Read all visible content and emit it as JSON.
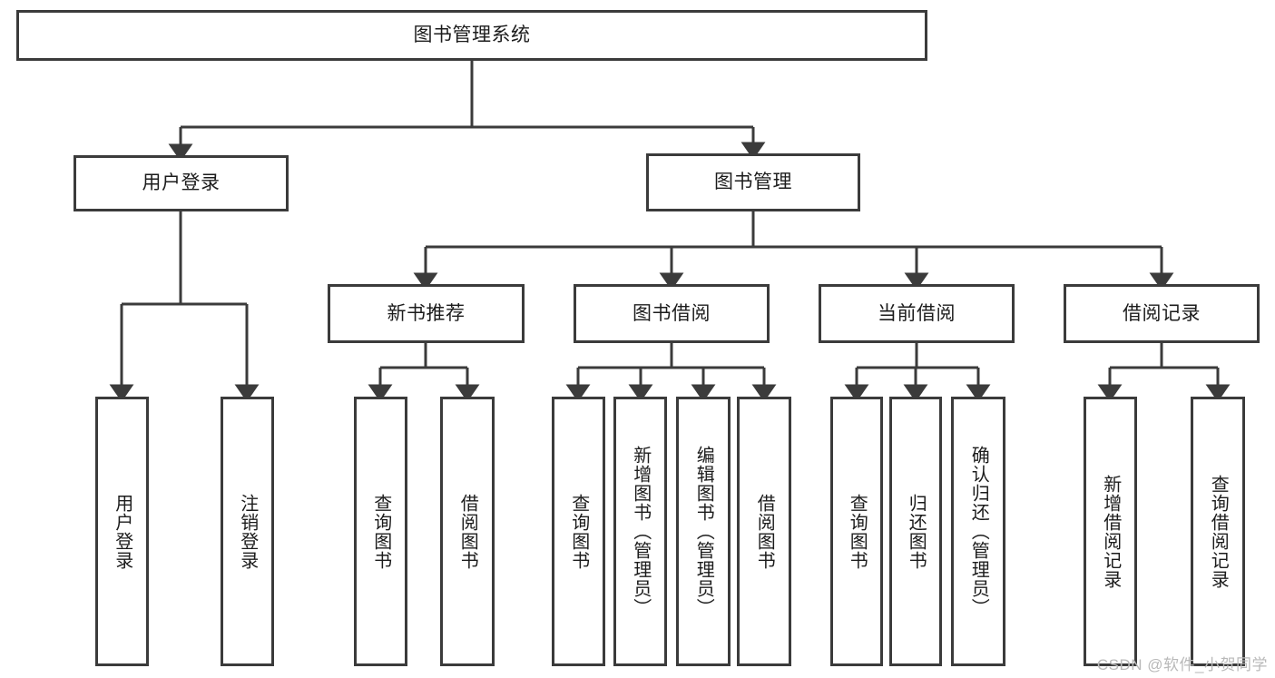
{
  "diagram": {
    "type": "tree-hierarchy",
    "title": "图书管理系统",
    "root": {
      "id": "root",
      "label": "图书管理系统",
      "orientation": "horizontal"
    },
    "level2": [
      {
        "id": "user-login",
        "label": "用户登录",
        "orientation": "horizontal"
      },
      {
        "id": "book-manage",
        "label": "图书管理",
        "orientation": "horizontal"
      }
    ],
    "level3": [
      {
        "id": "new-book-rec",
        "label": "新书推荐",
        "orientation": "horizontal",
        "parent": "book-manage"
      },
      {
        "id": "book-borrow",
        "label": "图书借阅",
        "orientation": "horizontal",
        "parent": "book-manage"
      },
      {
        "id": "current-borrow",
        "label": "当前借阅",
        "orientation": "horizontal",
        "parent": "book-manage"
      },
      {
        "id": "borrow-record",
        "label": "借阅记录",
        "orientation": "horizontal",
        "parent": "book-manage"
      }
    ],
    "leaves": [
      {
        "id": "leaf-user-login",
        "label": "用户登录",
        "orientation": "vertical",
        "parent": "user-login"
      },
      {
        "id": "leaf-logout-login",
        "label": "注销登录",
        "orientation": "vertical",
        "parent": "user-login"
      },
      {
        "id": "leaf-query-book-1",
        "label": "查询图书",
        "orientation": "vertical",
        "parent": "new-book-rec"
      },
      {
        "id": "leaf-borrow-book-1",
        "label": "借阅图书",
        "orientation": "vertical",
        "parent": "new-book-rec"
      },
      {
        "id": "leaf-query-book-2",
        "label": "查询图书",
        "orientation": "vertical",
        "parent": "book-borrow"
      },
      {
        "id": "leaf-add-book",
        "label": "新增图书（管理员）",
        "orientation": "vertical",
        "parent": "book-borrow"
      },
      {
        "id": "leaf-edit-book",
        "label": "编辑图书（管理员）",
        "orientation": "vertical",
        "parent": "book-borrow"
      },
      {
        "id": "leaf-borrow-book-2",
        "label": "借阅图书",
        "orientation": "vertical",
        "parent": "book-borrow"
      },
      {
        "id": "leaf-query-book-3",
        "label": "查询图书",
        "orientation": "vertical",
        "parent": "current-borrow"
      },
      {
        "id": "leaf-return-book",
        "label": "归还图书",
        "orientation": "vertical",
        "parent": "current-borrow"
      },
      {
        "id": "leaf-confirm-return",
        "label": "确认归还（管理员）",
        "orientation": "vertical",
        "parent": "current-borrow"
      },
      {
        "id": "leaf-add-record",
        "label": "新增借阅记录",
        "orientation": "vertical",
        "parent": "borrow-record"
      },
      {
        "id": "leaf-query-record",
        "label": "查询借阅记录",
        "orientation": "vertical",
        "parent": "borrow-record"
      }
    ],
    "colors": {
      "stroke": "#3b3b3b",
      "text": "#1c1c1c",
      "background": "#ffffff",
      "watermark": "#b9b9b9"
    }
  },
  "watermark": {
    "text": "CSDN @软件_小贺同学"
  }
}
